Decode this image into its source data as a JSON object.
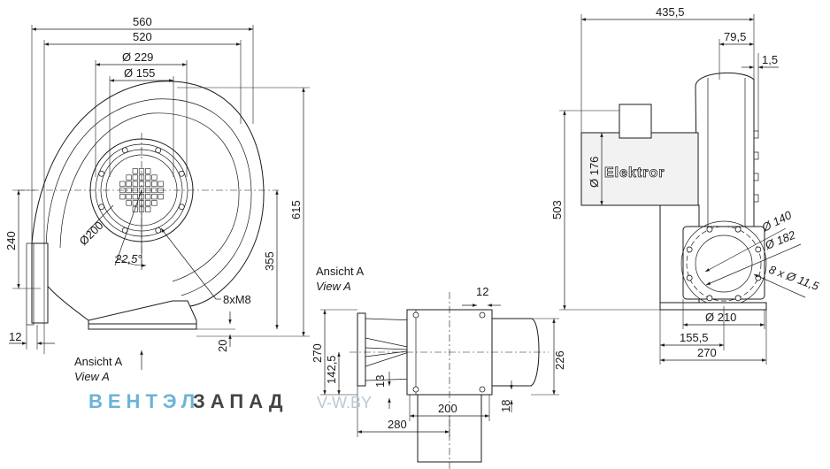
{
  "front_view": {
    "dims": {
      "width_overall": "560",
      "width_frame": "520",
      "inlet_flange_dia": "Ø 229",
      "inlet_dia": "Ø 155",
      "height_overall": "615",
      "axis_height": "355",
      "left_height": "240",
      "bolt_circle": "Ø200",
      "bolt_angle": "22,5°",
      "bolts": "8xM8",
      "foot_left": "12",
      "foot_bottom": "20"
    },
    "view_label": "Ansicht A",
    "view_label_en": "View A"
  },
  "view_a": {
    "title": "Ansicht A",
    "title_en": "View A",
    "dims": {
      "slot": "12",
      "height_total": "270",
      "height_half": "142,5",
      "height_right": "226",
      "foot_gap": "13",
      "foot_height": "18",
      "base_width": "200",
      "outer_width": "280"
    }
  },
  "side_view": {
    "brand": "Elektror",
    "dims": {
      "depth_overall": "435,5",
      "depth_housing": "79,5",
      "plate": "1,5",
      "inlet_dia": "Ø 176",
      "height_overall": "503",
      "outlet_dia_inner": "Ø 140",
      "outlet_dia_outer": "Ø 182",
      "outlet_holes": "8 x Ø 11,5",
      "outlet_bolt_circle": "Ø 210",
      "base_half": "155,5",
      "base_width": "270"
    }
  },
  "watermark": {
    "part1": "ВЕНТЭЛ",
    "part2": "ЗАПАД",
    "part3": "V-W.BY"
  }
}
